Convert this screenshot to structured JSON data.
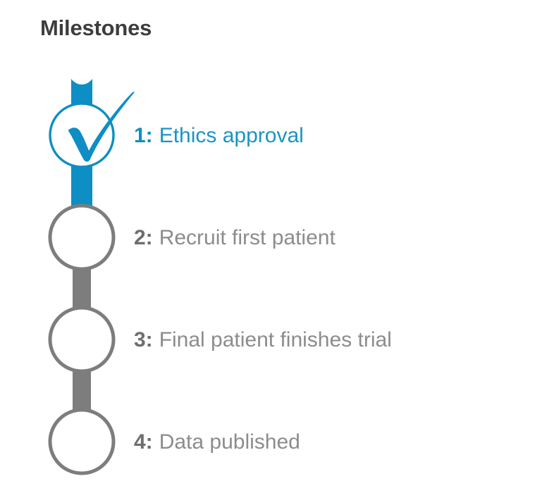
{
  "header": {
    "title": "Milestones"
  },
  "colors": {
    "accent_blue": "#0d8ec4",
    "label_blue": "#1b93c6",
    "bar_gray": "#7d7d7d",
    "ring_gray": "#7d7d7d",
    "index_gray": "#6e6e6e",
    "label_gray": "#8c8c8c",
    "title_gray": "#3d3d3d",
    "background": "#ffffff"
  },
  "timeline": {
    "orientation": "vertical",
    "node_count": 4,
    "completed_count": 1,
    "ribbon_top_notch": true,
    "milestones": [
      {
        "index": "1:",
        "label": "Ethics approval",
        "state": "completed",
        "icon": "check-mark-icon",
        "color": "#0d8ec4"
      },
      {
        "index": "2:",
        "label": "Recruit first patient",
        "state": "pending",
        "icon": "empty-circle-icon",
        "color": "#7d7d7d"
      },
      {
        "index": "3:",
        "label": "Final patient finishes trial",
        "state": "pending",
        "icon": "empty-circle-icon",
        "color": "#7d7d7d"
      },
      {
        "index": "4:",
        "label": "Data published",
        "state": "pending",
        "icon": "empty-circle-icon",
        "color": "#7d7d7d"
      }
    ]
  }
}
